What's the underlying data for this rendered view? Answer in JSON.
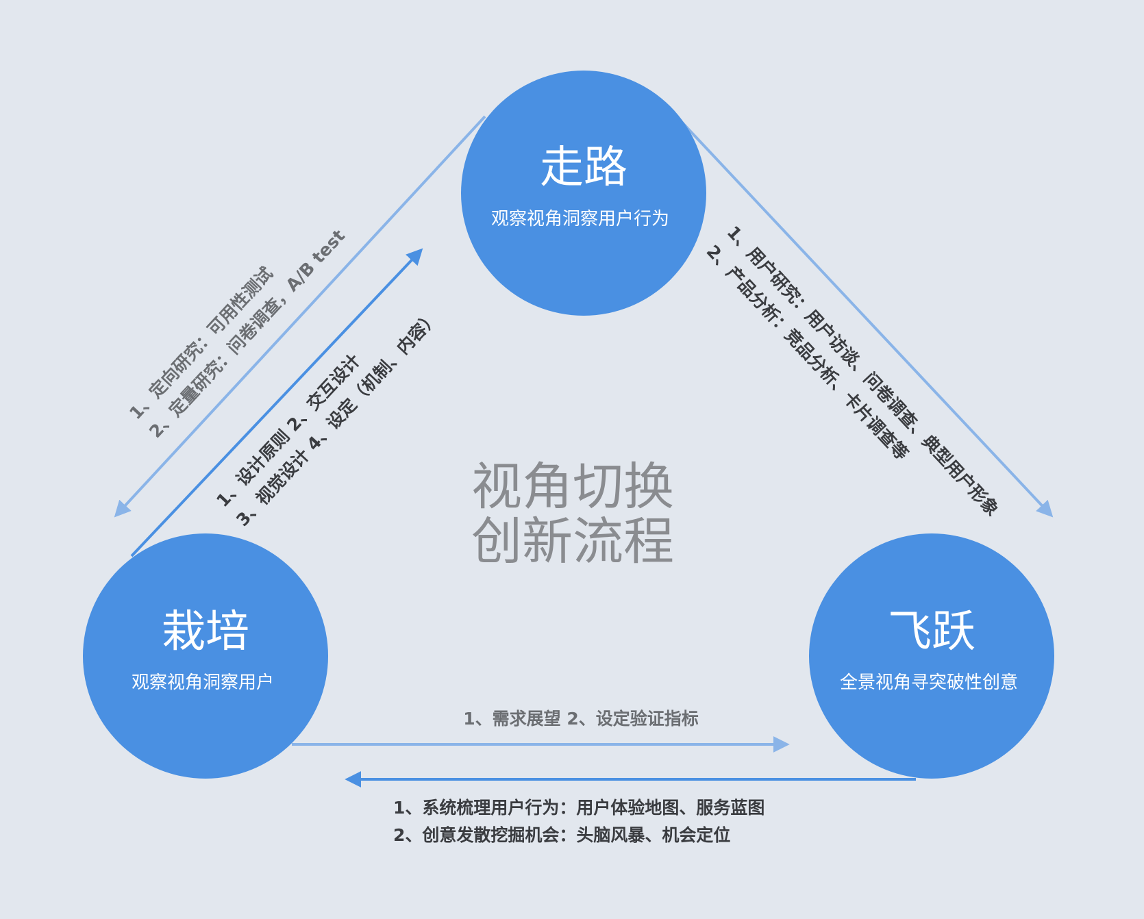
{
  "colors": {
    "background": "#e2e7ee",
    "circle": "#4a90e2",
    "arrow_light": "#8ab4e8",
    "arrow_dark": "#4a90e2"
  },
  "center": {
    "line1": "视角切换",
    "line2": "创新流程"
  },
  "nodes": {
    "top": {
      "title": "走路",
      "subtitle": "观察视角洞察用户行为"
    },
    "left": {
      "title": "栽培",
      "subtitle": "观察视角洞察用户"
    },
    "right": {
      "title": "飞跃",
      "subtitle": "全景视角寻突破性创意"
    }
  },
  "edges": {
    "top_to_left": [
      "1、定向研究：可用性测试",
      "2、定量研究：问卷调查，A/B test"
    ],
    "left_to_top": [
      "1、设计原则   2、交互设计",
      "3、视觉设计   4、设定（机制、内容）"
    ],
    "top_to_right": [
      "1、用户研究：用户访谈、问卷调查、典型用户形象",
      "2、产品分析：竞品分析、卡片调查等"
    ],
    "left_to_right": [
      "1、需求展望    2、设定验证指标"
    ],
    "right_to_left": [
      "1、系统梳理用户行为：用户体验地图、服务蓝图",
      "2、创意发散挖掘机会：头脑风暴、机会定位"
    ]
  }
}
